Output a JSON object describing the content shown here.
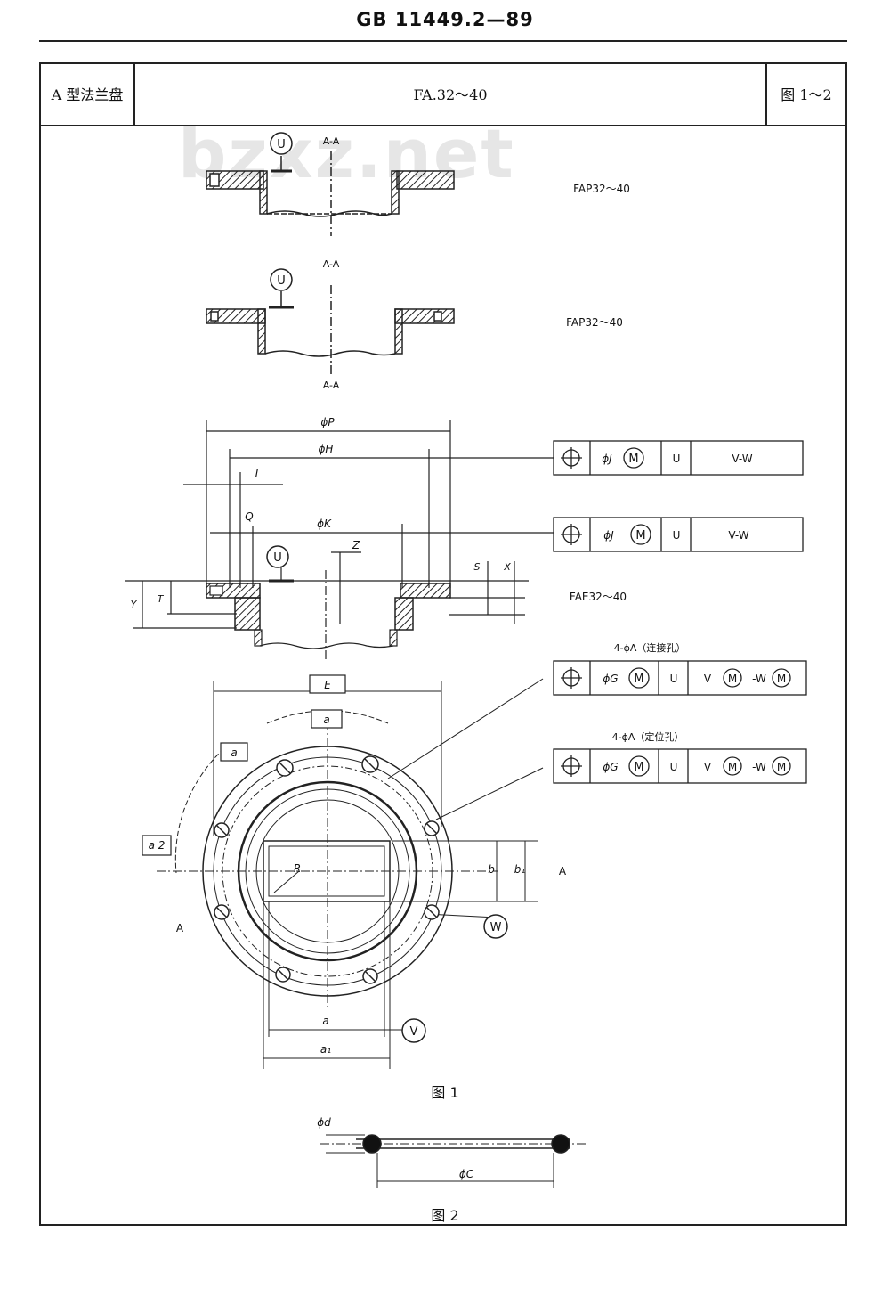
{
  "header": {
    "standard_no": "GB 11449.2—89"
  },
  "title_row": {
    "left": "A 型法兰盘",
    "center": "FA.32～40",
    "right": "图 1～2"
  },
  "watermark": "bzxz.net",
  "views": {
    "section_label": "A-A",
    "fap_top_label": "FAP32～40",
    "fap_mid_label": "FAP32～40",
    "fae_label": "FAE32～40"
  },
  "datums": {
    "u": "U",
    "v": "V",
    "w": "W"
  },
  "dims": {
    "phi_p": "ϕP",
    "phi_h": "ϕH",
    "l": "L",
    "q": "Q",
    "phi_k": "ϕK",
    "z": "Z",
    "s": "S",
    "x": "X",
    "y": "Y",
    "t": "T",
    "e": "E",
    "a": "a",
    "a2": "a 2",
    "r": "R",
    "b": "b",
    "b1": "b₁",
    "a_small": "a",
    "a1": "a₁",
    "phi_d": "ϕd",
    "phi_c": "ϕC",
    "section_a": "A"
  },
  "tolerance_frames": [
    {
      "symbol": "position-icon",
      "tol": "ϕJ",
      "mod": "M",
      "datum1": "U",
      "datum2": "V-W"
    },
    {
      "symbol": "position-icon",
      "tol": "ϕJ",
      "mod": "M",
      "datum1": "U",
      "datum2": "V-W"
    },
    {
      "symbol": "position-icon",
      "tol": "ϕG",
      "mod": "M",
      "datum1": "U",
      "datum2": "V",
      "datum3": "-W"
    },
    {
      "symbol": "position-icon",
      "tol": "ϕG",
      "mod": "M",
      "datum1": "U",
      "datum2": "V",
      "datum3": "-W"
    }
  ],
  "hole_notes": {
    "connect": "4-ϕA（连接孔）",
    "locate": "4-ϕA（定位孔）"
  },
  "captions": {
    "fig1": "图 1",
    "fig2": "图 2"
  }
}
